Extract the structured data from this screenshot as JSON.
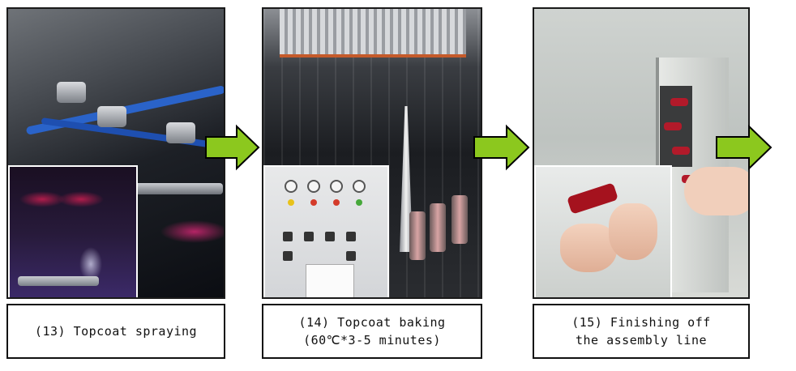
{
  "steps": [
    {
      "id": "13",
      "caption_line1": "(13) Topcoat spraying",
      "caption_line2": ""
    },
    {
      "id": "14",
      "caption_line1": "(14) Topcoat baking",
      "caption_line2": "(60℃*3-5 minutes)"
    },
    {
      "id": "15",
      "caption_line1": "(15) Finishing off",
      "caption_line2": "the assembly line"
    }
  ],
  "colors": {
    "arrow_fill": "#8cc81e",
    "arrow_stroke": "#000000",
    "caption_border": "#111111"
  },
  "icons": {
    "flow_arrow": "right-arrow-icon"
  }
}
